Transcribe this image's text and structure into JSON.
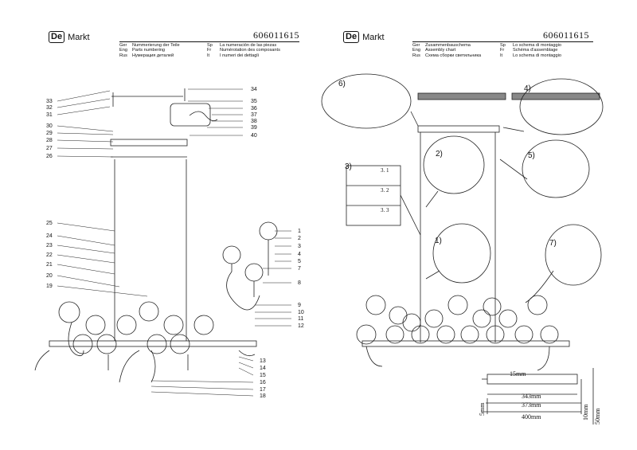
{
  "left": {
    "logo_box": "De",
    "logo_text": "Markt",
    "code": "606011615",
    "header": [
      {
        "l1": "Ger",
        "t1": "Nummerierung der Teile",
        "l2": "Sp",
        "t2": "La numeración de las piezas"
      },
      {
        "l1": "Eng",
        "t1": "Parts numbering",
        "l2": "Fr",
        "t2": "Numérotation des composants"
      },
      {
        "l1": "Rus",
        "t1": "Нумерация деталей",
        "l2": "It",
        "t2": "I numeri dei dettagli"
      }
    ],
    "part_numbers_left": [
      "33",
      "32",
      "31",
      "30",
      "29",
      "28",
      "27",
      "26",
      "25",
      "24",
      "23",
      "22",
      "21",
      "20",
      "19"
    ],
    "part_numbers_right": [
      "34",
      "35",
      "36",
      "37",
      "38",
      "39",
      "40",
      "1",
      "2",
      "3",
      "4",
      "5",
      "7",
      "8",
      "9",
      "10",
      "11",
      "12",
      "13",
      "14",
      "15",
      "16",
      "17",
      "18"
    ]
  },
  "right": {
    "logo_box": "De",
    "logo_text": "Markt",
    "code": "606011615",
    "header": [
      {
        "l1": "Ger",
        "t1": "Zusammenbauschema",
        "l2": "Sp",
        "t2": "Lo schema di montaggio"
      },
      {
        "l1": "Eng",
        "t1": "Assembly chart",
        "l2": "Fr",
        "t2": "Schéma d'assemblage"
      },
      {
        "l1": "Rus",
        "t1": "Схема сборки светильника",
        "l2": "It",
        "t2": "Lo schema di montaggio"
      }
    ],
    "steps": [
      "6)",
      "4)",
      "2)",
      "5)",
      "3)",
      "1)",
      "7)"
    ],
    "substeps": [
      "3. 1",
      "3. 2",
      "3. 3"
    ],
    "dimensions": [
      "15mm",
      "343mm",
      "373mm",
      "400mm",
      "5mm",
      "10mm",
      "50mm"
    ]
  }
}
